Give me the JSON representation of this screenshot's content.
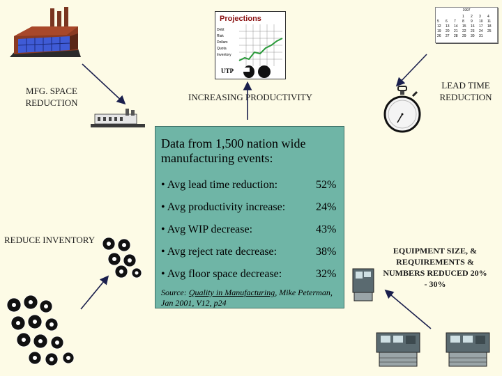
{
  "labels": {
    "mfg_space": "MFG. SPACE REDUCTION",
    "productivity": "INCREASING PRODUCTIVITY",
    "lead_time": "LEAD TIME REDUCTION",
    "inventory": "REDUCE INVENTORY",
    "equipment": "EQUIPMENT SIZE, & REQUIREMENTS & NUMBERS REDUCED 20% - 30%"
  },
  "clipart": {
    "projections_title": "Projections",
    "projections_footer": "UTP",
    "projections_items": [
      "Debt",
      "Risk",
      "Dollars",
      "Quota",
      "Inventory"
    ],
    "calendar_month": "1997",
    "calendar_days": [
      "",
      "",
      "",
      "1",
      "2",
      "3",
      "4",
      "5",
      "6",
      "7",
      "8",
      "9",
      "10",
      "11",
      "12",
      "13",
      "14",
      "15",
      "16",
      "17",
      "18",
      "19",
      "20",
      "21",
      "22",
      "23",
      "24",
      "25",
      "26",
      "27",
      "28",
      "29",
      "30",
      "31",
      ""
    ]
  },
  "panel": {
    "heading": "Data from 1,500 nation wide manufacturing events:",
    "stats": [
      {
        "label": "• Avg lead time reduction:",
        "value": "52%"
      },
      {
        "label": "• Avg productivity increase:",
        "value": "24%"
      },
      {
        "label": "• Avg WIP decrease:",
        "value": "43%"
      },
      {
        "label": "• Avg reject rate decrease:",
        "value": "38%"
      },
      {
        "label": "• Avg floor space decrease:",
        "value": "32%"
      }
    ],
    "source_prefix": "Source:",
    "source_title": "Quality in Manufacturing",
    "source_rest": ", Mike Peterman, Jan 2001, V12, p24"
  },
  "colors": {
    "background": "#fdfbe6",
    "panel": "#6fb5a6",
    "factory_wall": "#8a3a22",
    "factory_window": "#3f5bd6",
    "arrow": "#1a1f4d"
  }
}
